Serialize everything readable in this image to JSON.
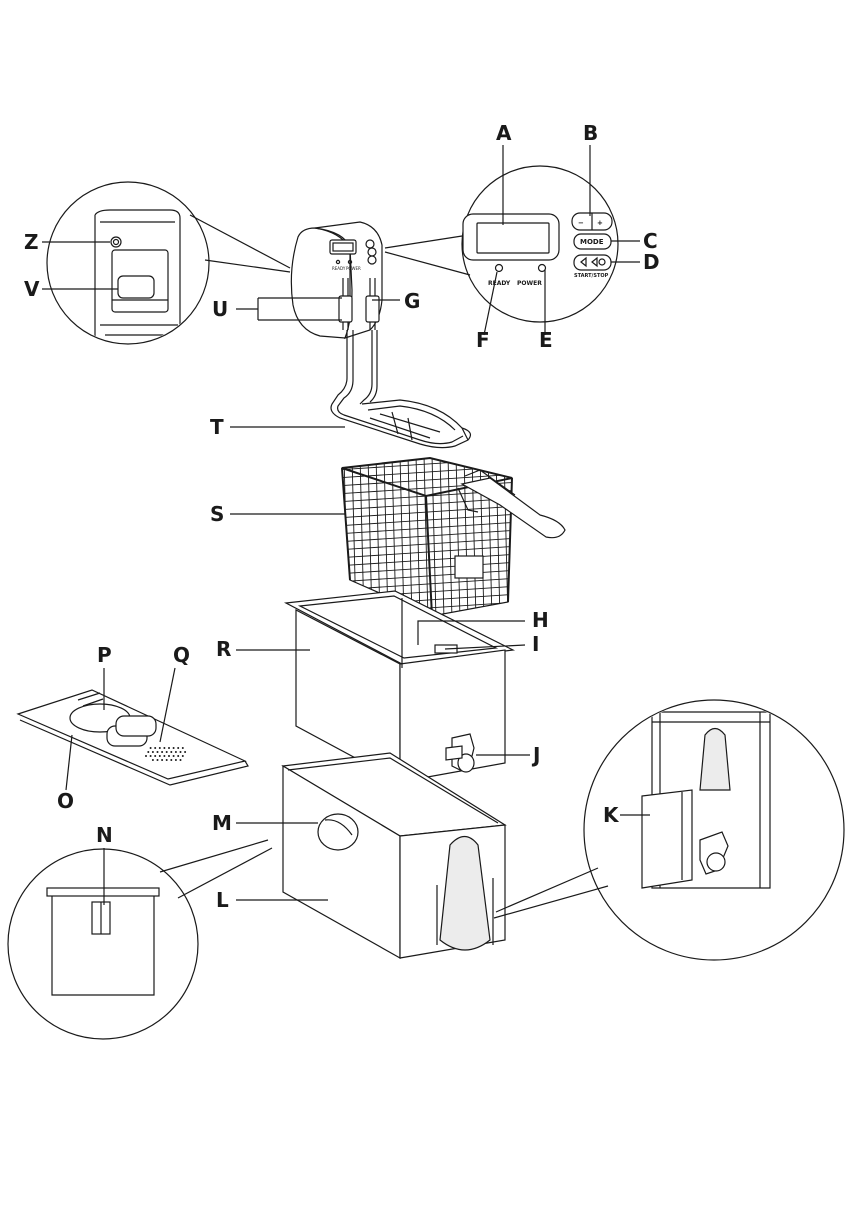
{
  "labels": {
    "A": "A",
    "B": "B",
    "C": "C",
    "D": "D",
    "E": "E",
    "F": "F",
    "G": "G",
    "H": "H",
    "I": "I",
    "J": "J",
    "K": "K",
    "L": "L",
    "M": "M",
    "N": "N",
    "O": "O",
    "P": "P",
    "Q": "Q",
    "R": "R",
    "S": "S",
    "T": "T",
    "U": "U",
    "V": "V",
    "Z": "Z"
  },
  "control_panel": {
    "mode": "MODE",
    "start_stop": "START/STOP",
    "ready": "READY",
    "power": "POWER",
    "minus": "−",
    "plus": "+"
  },
  "head_unit": {
    "ready_small": "READY",
    "power_small": "POWER"
  }
}
